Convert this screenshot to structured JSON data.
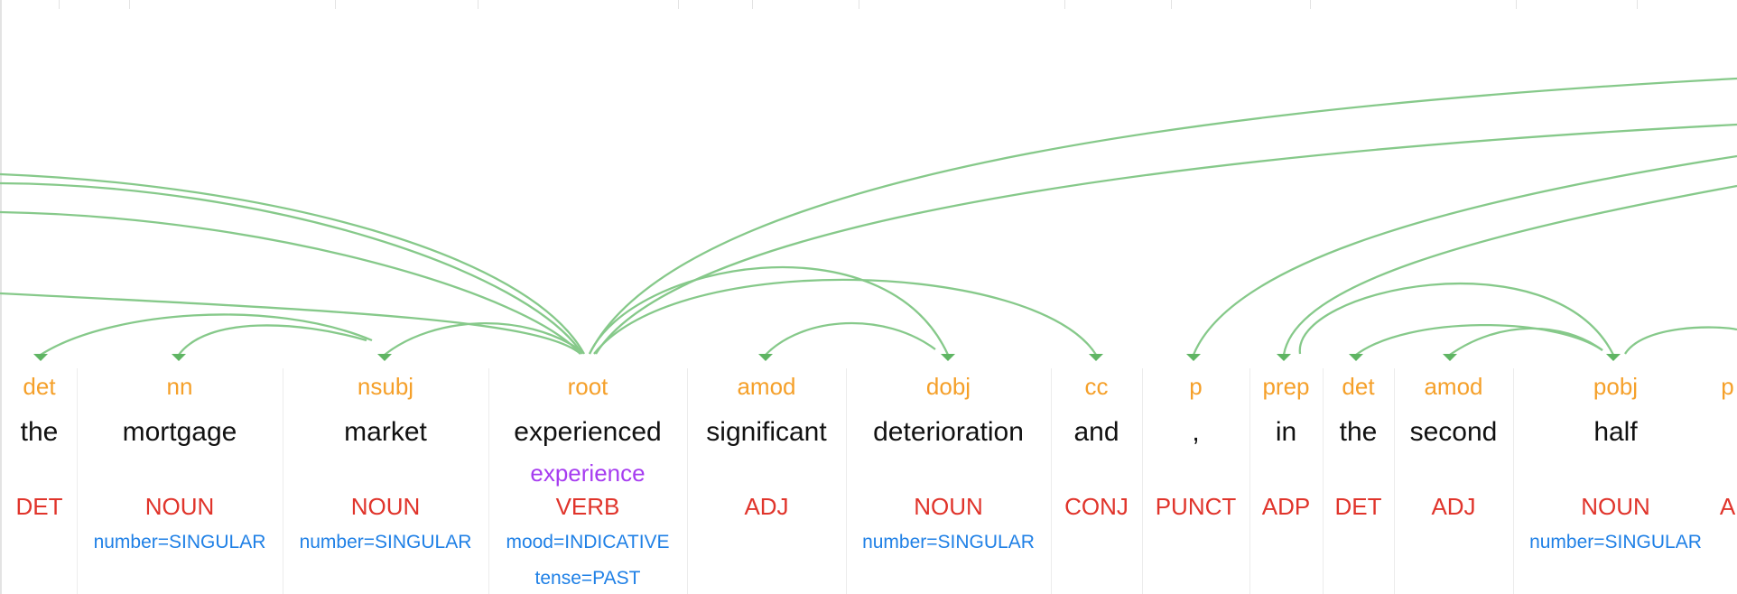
{
  "colors": {
    "arc": "#86c98a",
    "label": "#f5a02a",
    "word": "#111111",
    "lemma": "#a63cf0",
    "pos": "#e0342b",
    "feature": "#1f80e6"
  },
  "tokens": [
    {
      "word": "the",
      "label": "det",
      "pos": "DET",
      "lemma": "",
      "features": []
    },
    {
      "word": "mortgage",
      "label": "nn",
      "pos": "NOUN",
      "lemma": "",
      "features": [
        "number=SINGULAR"
      ]
    },
    {
      "word": "market",
      "label": "nsubj",
      "pos": "NOUN",
      "lemma": "",
      "features": [
        "number=SINGULAR"
      ]
    },
    {
      "word": "experienced",
      "label": "root",
      "pos": "VERB",
      "lemma": "experience",
      "features": [
        "mood=INDICATIVE",
        "tense=PAST"
      ]
    },
    {
      "word": "significant",
      "label": "amod",
      "pos": "ADJ",
      "lemma": "",
      "features": []
    },
    {
      "word": "deterioration",
      "label": "dobj",
      "pos": "NOUN",
      "lemma": "",
      "features": [
        "number=SINGULAR"
      ]
    },
    {
      "word": "and",
      "label": "cc",
      "pos": "CONJ",
      "lemma": "",
      "features": []
    },
    {
      "word": ",",
      "label": "p",
      "pos": "PUNCT",
      "lemma": "",
      "features": []
    },
    {
      "word": "in",
      "label": "prep",
      "pos": "ADP",
      "lemma": "",
      "features": []
    },
    {
      "word": "the",
      "label": "det",
      "pos": "DET",
      "lemma": "",
      "features": []
    },
    {
      "word": "second",
      "label": "amod",
      "pos": "ADJ",
      "lemma": "",
      "features": []
    },
    {
      "word": "half",
      "label": "pobj",
      "pos": "NOUN",
      "lemma": "",
      "features": [
        "number=SINGULAR"
      ]
    },
    {
      "word": "",
      "label": "p",
      "pos": "A",
      "lemma": "",
      "features": []
    }
  ]
}
